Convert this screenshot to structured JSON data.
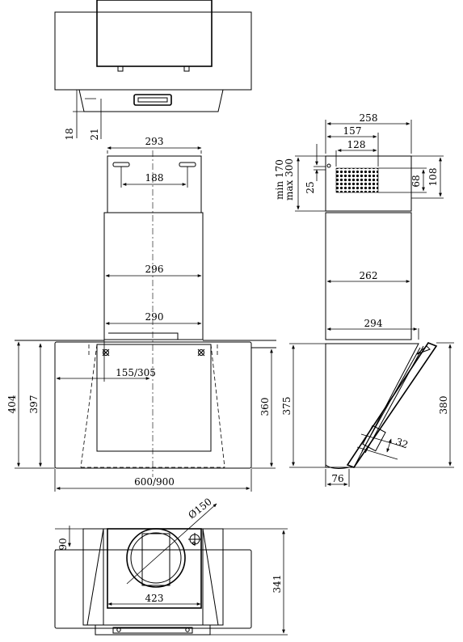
{
  "top_view": {
    "dim_18": "18",
    "dim_21": "21"
  },
  "front_view": {
    "dim_293": "293",
    "dim_188": "188",
    "dim_296": "296",
    "dim_290": "290",
    "dim_155_305": "155/305",
    "dim_404": "404",
    "dim_397": "397",
    "dim_360": "360",
    "dim_600_900": "600/900"
  },
  "side_view": {
    "dim_258": "258",
    "dim_157": "157",
    "dim_128": "128",
    "dim_min170": "min 170",
    "dim_max300": "max 300",
    "dim_25": "25",
    "dim_68": "68",
    "dim_108": "108",
    "dim_262": "262",
    "dim_294": "294",
    "dim_375": "375",
    "dim_380": "380",
    "dim_32": "32",
    "dim_76": "76"
  },
  "bottom_view": {
    "dim_150": "Ø150",
    "dim_90": "90",
    "dim_423": "423",
    "dim_341": "341"
  }
}
